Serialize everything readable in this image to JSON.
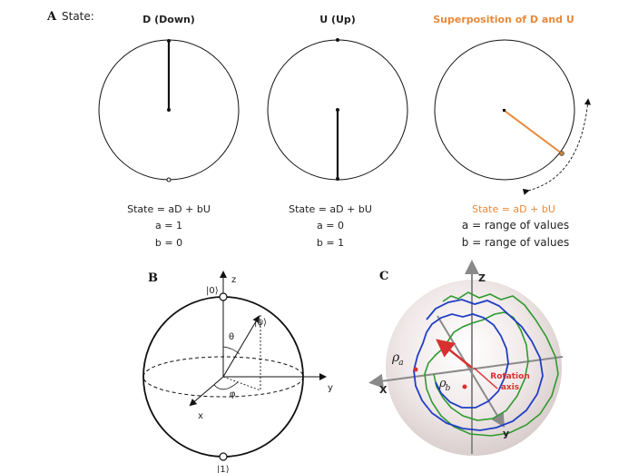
{
  "panel_a": {
    "letter": "A",
    "title": "State:",
    "down": {
      "header": "D (Down)",
      "eq": "State = aD + bU",
      "a": "a = 1",
      "b": "b = 0"
    },
    "up": {
      "header": "U (Up)",
      "eq": "State = aD + bU",
      "a": "a = 0",
      "b": "b = 1"
    },
    "superposition": {
      "header": "Superposition of D and U",
      "eq": "State = aD + bU",
      "a": "a = range of values",
      "b": "b = range of values"
    },
    "colors": {
      "accent": "#e8893a",
      "line": "#111111"
    }
  },
  "panel_b": {
    "letter": "B",
    "ket_zero": "|0⟩",
    "ket_one": "|1⟩",
    "ket_psi": "|ψ⟩",
    "theta": "θ",
    "phi": "φ",
    "axis_z": "z",
    "axis_x": "x",
    "axis_y": "y"
  },
  "panel_c": {
    "letter": "C",
    "axis_z": "Z",
    "axis_x": "X",
    "axis_y": "y",
    "rho_a_base": "ρ",
    "rho_a_sub": "a",
    "rho_b_base": "ρ",
    "rho_b_sub": "b",
    "rotation_line1": "Rotation",
    "rotation_line2": "axis",
    "colors": {
      "sphere": "#e6dcdc",
      "trace_blue": "#1f3fc4",
      "trace_green": "#2e9a2e",
      "vector": "#d93030"
    }
  }
}
